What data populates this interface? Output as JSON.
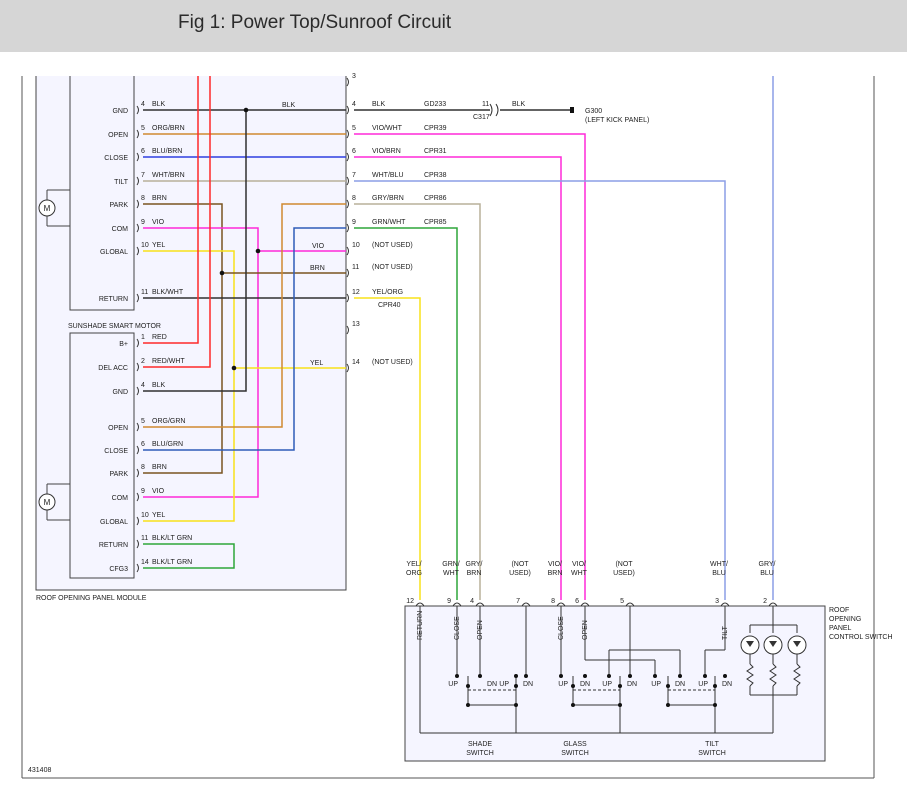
{
  "header": {
    "title": "Fig 1: Power Top/Sunroof Circuit"
  },
  "diagram": {
    "figure_number": "431408",
    "module_label": "ROOF OPENING PANEL MODULE",
    "motor_label": "SUNSHADE SMART MOTOR",
    "control_switch_label": "ROOF OPENING PANEL CONTROL SWITCH",
    "colors": {
      "red": "#ff2a2a",
      "black": "#303030",
      "orange": "#d08a30",
      "blue": "#2f3fe0",
      "tan": "#b8b09a",
      "brown": "#7a5520",
      "violet": "#ff2ad8",
      "yellow": "#f8e21a",
      "green": "#2ea63a",
      "lightblue": "#8c9ee6",
      "blue_teal": "#2f5db8"
    },
    "motor_pins": [
      {
        "name": "GND",
        "num": "4",
        "wire": "BLK"
      },
      {
        "name": "OPEN",
        "num": "5",
        "wire": "ORG/BRN"
      },
      {
        "name": "CLOSE",
        "num": "6",
        "wire": "BLU/BRN"
      },
      {
        "name": "TILT",
        "num": "7",
        "wire": "WHT/BRN"
      },
      {
        "name": "PARK",
        "num": "8",
        "wire": "BRN"
      },
      {
        "name": "COM",
        "num": "9",
        "wire": "VIO"
      },
      {
        "name": "GLOBAL",
        "num": "10",
        "wire": "YEL"
      },
      {
        "name": "RETURN",
        "num": "11",
        "wire": "BLK/WHT"
      }
    ],
    "module_pins": [
      {
        "name": "B+",
        "num": "1",
        "wire": "RED"
      },
      {
        "name": "DEL ACC",
        "num": "2",
        "wire": "RED/WHT"
      },
      {
        "name": "GND",
        "num": "4",
        "wire": "BLK"
      },
      {
        "name": "OPEN",
        "num": "5",
        "wire": "ORG/GRN"
      },
      {
        "name": "CLOSE",
        "num": "6",
        "wire": "BLU/GRN"
      },
      {
        "name": "PARK",
        "num": "8",
        "wire": "BRN"
      },
      {
        "name": "COM",
        "num": "9",
        "wire": "VIO"
      },
      {
        "name": "GLOBAL",
        "num": "10",
        "wire": "YEL"
      },
      {
        "name": "RETURN",
        "num": "11",
        "wire": "BLK/LT GRN"
      },
      {
        "name": "CFG3",
        "num": "14",
        "wire": "BLK/LT GRN"
      }
    ],
    "mid_wire_labels": {
      "blk": "BLK",
      "vio": "VIO",
      "brn": "BRN",
      "yel": "YEL"
    },
    "connector_rows": [
      {
        "num": "3",
        "wire": "",
        "circuit": ""
      },
      {
        "num": "4",
        "wire": "BLK",
        "circuit": "GD233"
      },
      {
        "num": "5",
        "wire": "VIO/WHT",
        "circuit": "CPR39"
      },
      {
        "num": "6",
        "wire": "VIO/BRN",
        "circuit": "CPR31"
      },
      {
        "num": "7",
        "wire": "WHT/BLU",
        "circuit": "CPR38"
      },
      {
        "num": "8",
        "wire": "GRY/BRN",
        "circuit": "CPR86"
      },
      {
        "num": "9",
        "wire": "GRN/WHT",
        "circuit": "CPR85"
      },
      {
        "num": "10",
        "wire": "(NOT USED)",
        "circuit": ""
      },
      {
        "num": "11",
        "wire": "(NOT USED)",
        "circuit": ""
      },
      {
        "num": "12",
        "wire": "YEL/ORG",
        "circuit": ""
      },
      {
        "num": "13",
        "wire": "",
        "circuit": ""
      },
      {
        "num": "14",
        "wire": "(NOT USED)",
        "circuit": ""
      }
    ],
    "cpr40": "CPR40",
    "ground": {
      "c_num": "11",
      "c_label": "C317",
      "wire": "BLK",
      "g": "G300",
      "loc": "(LEFT KICK PANEL)"
    },
    "switch_wires": [
      {
        "l1": "YEL/",
        "l2": "ORG",
        "num": "12",
        "fn": "RETURN"
      },
      {
        "l1": "GRN/",
        "l2": "WHT",
        "num": "9",
        "fn": "CLOSE"
      },
      {
        "l1": "GRY/",
        "l2": "BRN",
        "num": "4",
        "fn": "OPEN"
      },
      {
        "l1": "(NOT",
        "l2": "USED)",
        "num": "7",
        "fn": ""
      },
      {
        "l1": "VIO/",
        "l2": "BRN",
        "num": "8",
        "fn": "CLOSE"
      },
      {
        "l1": "VIO/",
        "l2": "WHT",
        "num": "6",
        "fn": "OPEN"
      },
      {
        "l1": "(NOT",
        "l2": "USED)",
        "num": "5",
        "fn": ""
      },
      {
        "l1": "WHT/",
        "l2": "BLU",
        "num": "3",
        "fn": "TILT"
      },
      {
        "l1": "GRY/",
        "l2": "BLU",
        "num": "2",
        "fn": ""
      }
    ],
    "switch_labels": {
      "up": "UP",
      "dn": "DN",
      "shade": "SHADE SWITCH",
      "glass": "GLASS SWITCH",
      "tilt": "TILT SWITCH"
    },
    "motor_symbol": "M"
  }
}
